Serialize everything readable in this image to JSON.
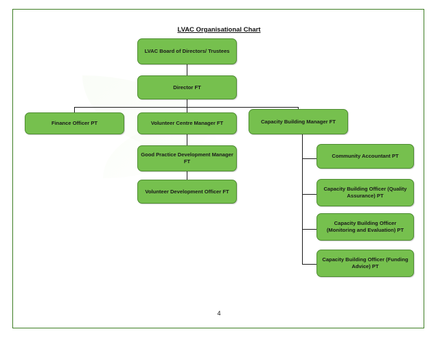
{
  "document": {
    "title": "LVAC Organisational Chart",
    "page_number": "4"
  },
  "colors": {
    "node_fill": "#76c04e",
    "node_border": "#4e8c32",
    "page_border": "#3c7d22",
    "text": "#1a1a1a"
  },
  "chart_data": {
    "type": "diagram",
    "title": "LVAC Organisational Chart",
    "nodes": [
      {
        "id": "board",
        "label": "LVAC Board of Directors/ Trustees"
      },
      {
        "id": "director",
        "label": "Director FT"
      },
      {
        "id": "finance",
        "label": "Finance Officer PT"
      },
      {
        "id": "vcm",
        "label": "Volunteer Centre Manager FT"
      },
      {
        "id": "cbm",
        "label": "Capacity Building Manager FT"
      },
      {
        "id": "gpdm",
        "label": "Good Practice Development Manager FT"
      },
      {
        "id": "vdo",
        "label": "Volunteer Development Officer FT"
      },
      {
        "id": "ca",
        "label": "Community Accountant PT"
      },
      {
        "id": "cbo_qa",
        "label": "Capacity Building Officer (Quality Assurance) PT"
      },
      {
        "id": "cbo_me",
        "label": "Capacity Building Officer (Monitoring and Evaluation) PT"
      },
      {
        "id": "cbo_fa",
        "label": "Capacity Building Officer (Funding Advice) PT"
      }
    ],
    "edges": [
      {
        "from": "board",
        "to": "director"
      },
      {
        "from": "director",
        "to": "finance"
      },
      {
        "from": "director",
        "to": "vcm"
      },
      {
        "from": "director",
        "to": "cbm"
      },
      {
        "from": "vcm",
        "to": "gpdm"
      },
      {
        "from": "vcm",
        "to": "vdo"
      },
      {
        "from": "cbm",
        "to": "ca"
      },
      {
        "from": "cbm",
        "to": "cbo_qa"
      },
      {
        "from": "cbm",
        "to": "cbo_me"
      },
      {
        "from": "cbm",
        "to": "cbo_fa"
      }
    ]
  }
}
